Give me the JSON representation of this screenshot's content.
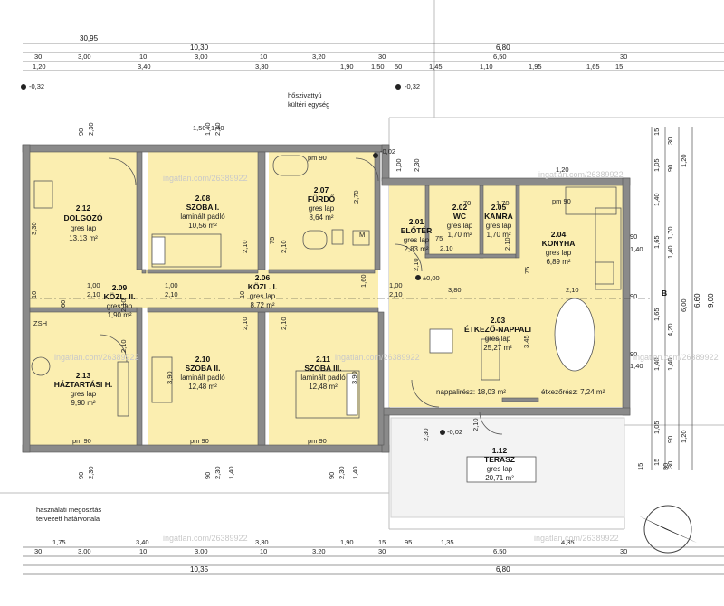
{
  "colors": {
    "room_fill": "#fbeeb0",
    "wall": "#7a7a7a",
    "wall_dark": "#555555",
    "terrace_fill": "#ededed",
    "dimension_line": "#333333",
    "watermark": "#c9c9c9"
  },
  "rooms": [
    {
      "id": "2.12",
      "name": "DOLGOZÓ",
      "floor": "gres lap",
      "area": "13,13 m²"
    },
    {
      "id": "2.08",
      "name": "SZOBA I.",
      "floor": "laminált padló",
      "area": "10,56 m²"
    },
    {
      "id": "2.07",
      "name": "FÜRDŐ",
      "floor": "gres lap",
      "area": "8,64 m²"
    },
    {
      "id": "2.01",
      "name": "ELŐTÉR",
      "floor": "gres lap",
      "area": "2,83 m²"
    },
    {
      "id": "2.02",
      "name": "WC",
      "floor": "gres lap",
      "area": "1,70 m²"
    },
    {
      "id": "2.05",
      "name": "KAMRA",
      "floor": "gres lap",
      "area": "1,70 m²"
    },
    {
      "id": "2.04",
      "name": "KONYHA",
      "floor": "gres lap",
      "area": "6,89 m²"
    },
    {
      "id": "2.09",
      "name": "KÖZL. II.",
      "floor": "gres lap",
      "area": "1,90 m²"
    },
    {
      "id": "2.06",
      "name": "KÖZL. I.",
      "floor": "gres lap",
      "area": "8,72 m²"
    },
    {
      "id": "2.03",
      "name": "ÉTKEZŐ-NAPPALI",
      "floor": "gres lap",
      "area": "25,27 m²"
    },
    {
      "id": "2.13",
      "name": "HÁZTARTÁSI H.",
      "floor": "gres lap",
      "area": "9,90 m²"
    },
    {
      "id": "2.10",
      "name": "SZOBA II.",
      "floor": "laminált padló",
      "area": "12,48 m²"
    },
    {
      "id": "2.11",
      "name": "SZOBA III.",
      "floor": "laminált padló",
      "area": "12,48 m²"
    },
    {
      "id": "1.12",
      "name": "TERASZ",
      "floor": "gres lap",
      "area": "20,71 m²"
    }
  ],
  "annotations": {
    "nappali_resz": "nappalirész: 18,03 m²",
    "etkezo_resz": "étkezőrész: 7,24 m²",
    "hoszivattyu": "hőszivattyú",
    "kulteri_egyseg": "kültéri egység",
    "hasznalati_1": "használati megosztás",
    "hasznalati_2": "tervezett határvonala",
    "level_000": "±0,00",
    "level_002a": "-0,02",
    "level_002b": "-0,02",
    "level_032a": "-0,32",
    "level_032b": "-0,32",
    "axis_b": "B",
    "zsh": "ZSH",
    "m_label": "M"
  },
  "top_dims": {
    "overall": "30,95",
    "row1": [
      "10,30",
      "6,80"
    ],
    "row2": [
      "30",
      "3,00",
      "10",
      "3,00",
      "10",
      "3,20",
      "30",
      "6,50",
      "30"
    ],
    "row3": [
      "1,20",
      "3,40",
      "3,30",
      "1,90",
      "1,50",
      "50",
      "1,45",
      "1,10",
      "1,95",
      "1,65",
      "15"
    ]
  },
  "bottom_dims": {
    "row1": [
      "1,75",
      "3,40",
      "3,30",
      "1,90",
      "15",
      "95",
      "1,35",
      "4,35"
    ],
    "row2": [
      "30",
      "3,00",
      "10",
      "3,00",
      "10",
      "3,20",
      "30",
      "6,50",
      "30"
    ],
    "row3": [
      "10,35",
      "6,80"
    ]
  },
  "right_dims": {
    "inner": [
      "15",
      "1,05",
      "1,40",
      "1,65",
      "1,65",
      "1,40",
      "1,05",
      "15"
    ],
    "mid": [
      "30",
      "90",
      "1,70",
      "1,40",
      "4,20",
      "1,40",
      "90",
      "30"
    ],
    "outer": [
      "1,20",
      "6,00",
      "1,20"
    ],
    "total": [
      "6,60",
      "9,00"
    ]
  },
  "openings": {
    "pm90": "pm 90",
    "d_210": "2,10",
    "d_230": "2,30",
    "d_90": "90",
    "d_75": "75",
    "d_60": "60",
    "d_100": "1,00",
    "d_140": "1,40",
    "d_150": "1,50",
    "d_120": "1,20",
    "d_160": "1,60",
    "d_170": "1,70",
    "d_380": "3,80",
    "d_345": "3,45",
    "d_390": "3,90",
    "d_330": "3,30",
    "d_270": "2,70",
    "d_10": "10",
    "d_15": "15",
    "d_30": "30",
    "d_70": "70"
  },
  "watermark": "ingatlan.com/26389922"
}
